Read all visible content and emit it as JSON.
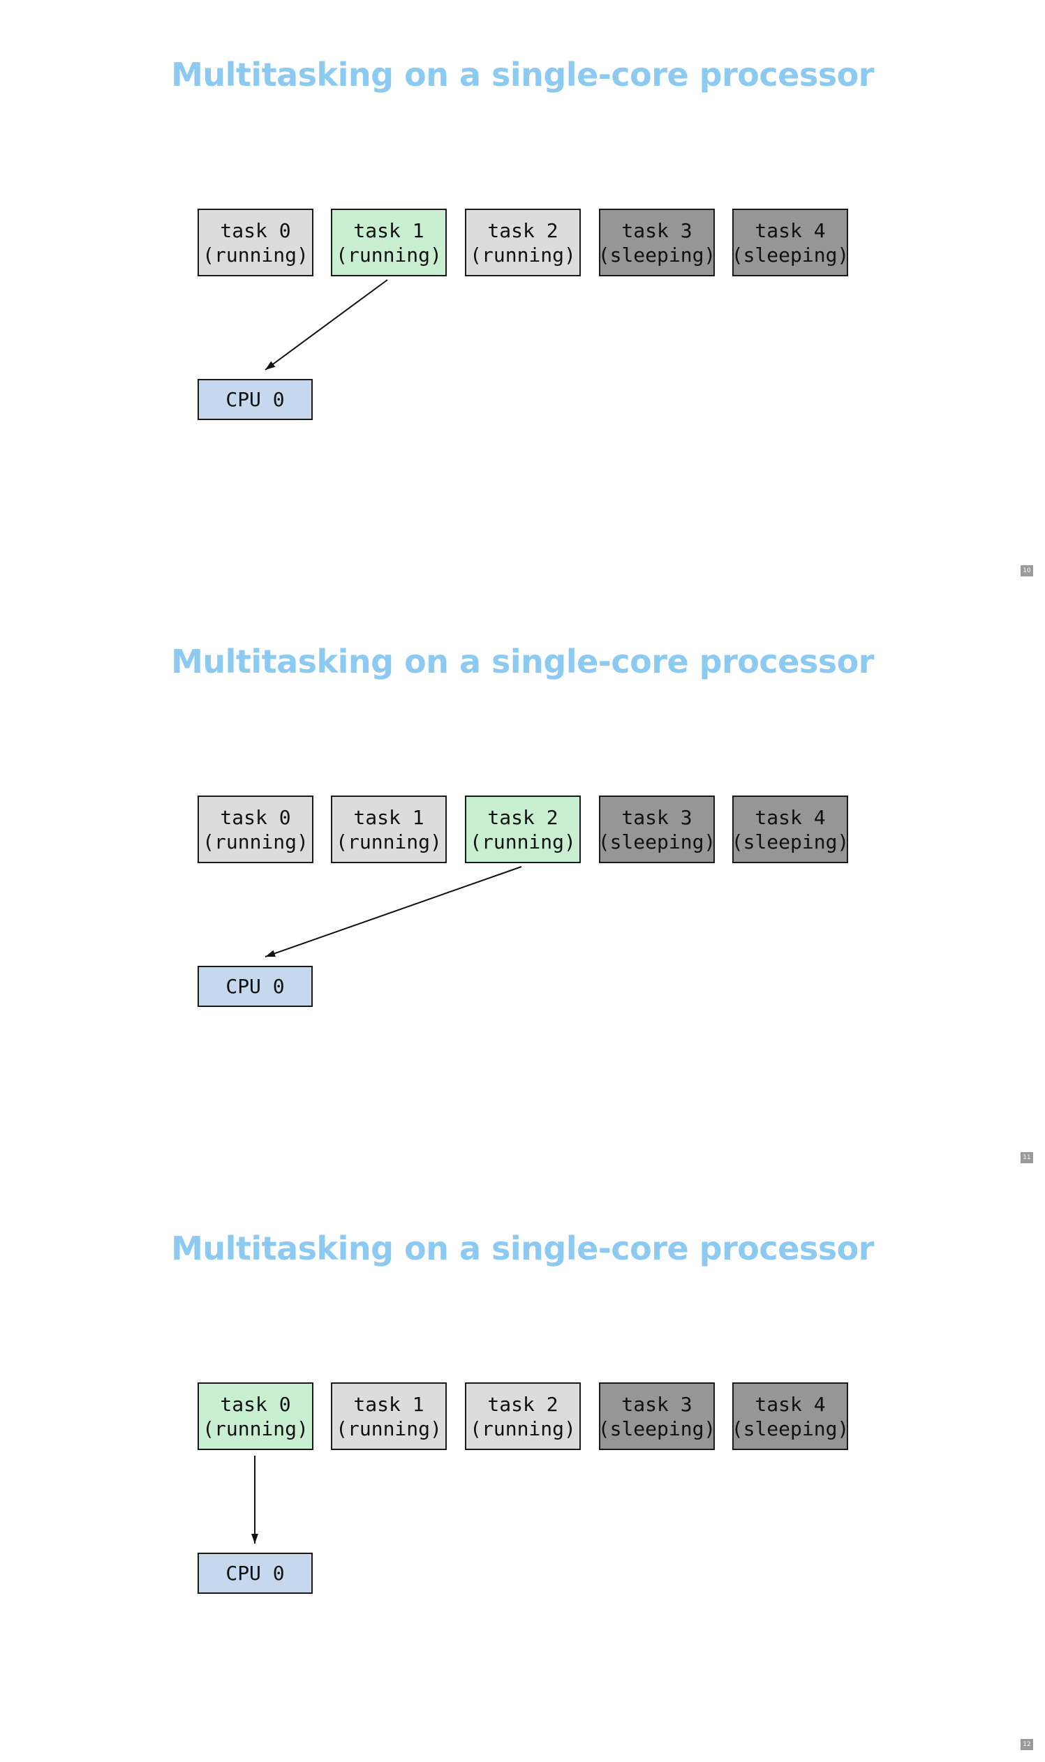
{
  "slides": [
    {
      "title": "Multitasking on a single-core processor",
      "active_task": 1,
      "page_number": "10",
      "tasks": [
        {
          "name": "task 0",
          "state": "(running)"
        },
        {
          "name": "task 1",
          "state": "(running)"
        },
        {
          "name": "task 2",
          "state": "(running)"
        },
        {
          "name": "task 3",
          "state": "(sleeping)"
        },
        {
          "name": "task 4",
          "state": "(sleeping)"
        }
      ],
      "cpu": "CPU 0"
    },
    {
      "title": "Multitasking on a single-core processor",
      "active_task": 2,
      "page_number": "11",
      "tasks": [
        {
          "name": "task 0",
          "state": "(running)"
        },
        {
          "name": "task 1",
          "state": "(running)"
        },
        {
          "name": "task 2",
          "state": "(running)"
        },
        {
          "name": "task 3",
          "state": "(sleeping)"
        },
        {
          "name": "task 4",
          "state": "(sleeping)"
        }
      ],
      "cpu": "CPU 0"
    },
    {
      "title": "Multitasking on a single-core processor",
      "active_task": 0,
      "page_number": "12",
      "tasks": [
        {
          "name": "task 0",
          "state": "(running)"
        },
        {
          "name": "task 1",
          "state": "(running)"
        },
        {
          "name": "task 2",
          "state": "(running)"
        },
        {
          "name": "task 3",
          "state": "(sleeping)"
        },
        {
          "name": "task 4",
          "state": "(sleeping)"
        }
      ],
      "cpu": "CPU 0"
    }
  ],
  "colors": {
    "title": "#8ccaf1",
    "active_task": "#c8efd2",
    "running_task": "#dcdcdc",
    "sleeping_task": "#969696",
    "cpu": "#c5d8ee",
    "border": "#1a1a1a"
  }
}
